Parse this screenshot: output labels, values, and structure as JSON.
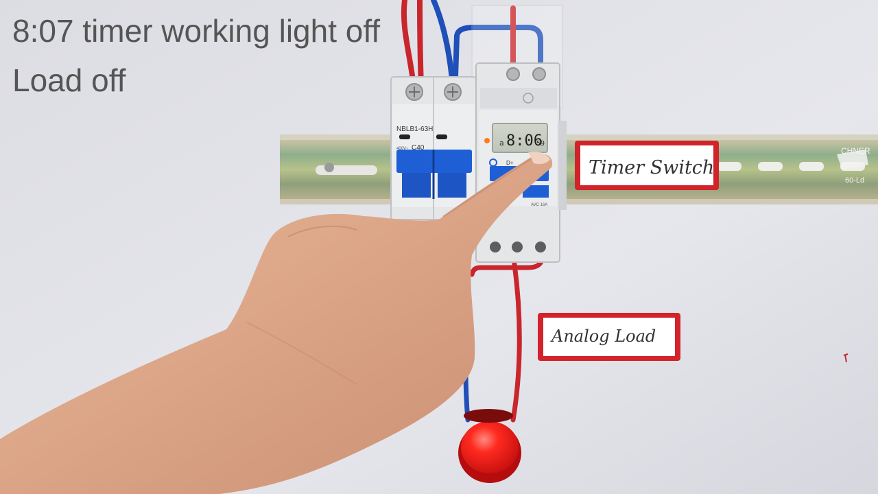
{
  "caption": {
    "line1": "8:07 timer working light off",
    "line2": "Load off"
  },
  "breaker": {
    "model": "NBLB1-63H",
    "rating": "C40",
    "voltage": "400V~"
  },
  "timer": {
    "display_time": "8:06",
    "display_seconds": "59",
    "display_day": "a",
    "rating": "AVC 16A",
    "button_label": "D+"
  },
  "labels": {
    "timer_switch": "Timer Switch",
    "analog_load": "Analog Load"
  },
  "rail": {
    "brand": "CHNER",
    "code": "60-Ld"
  },
  "colors": {
    "wire_red": "#c8262c",
    "wire_blue": "#1f4fb8",
    "lamp_red": "#ff1a1a",
    "label_border": "#d2222a",
    "device_body": "#e4e6e8",
    "breaker_blue": "#1f5fd6"
  }
}
